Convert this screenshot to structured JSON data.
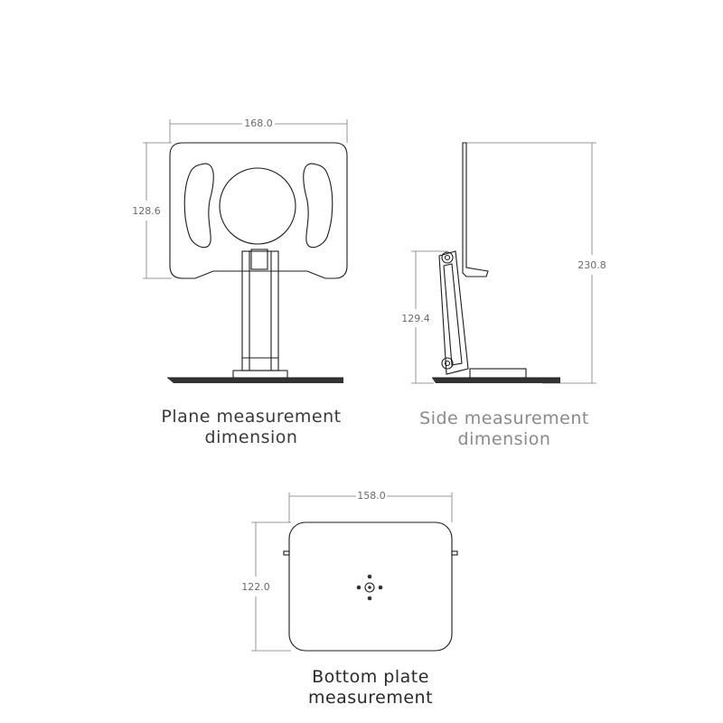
{
  "views": {
    "plane": {
      "caption_line1": "Plane measurement",
      "caption_line2": "dimension",
      "width_label": "168.0",
      "height_label": "128.6"
    },
    "side": {
      "caption_line1": "Side measurement",
      "caption_line2": "dimension",
      "total_height_label": "230.8",
      "base_height_label": "129.4"
    },
    "bottom": {
      "caption_line1": "Bottom plate",
      "caption_line2": "measurement",
      "width_label": "158.0",
      "height_label": "122.0"
    }
  },
  "colors": {
    "line": "#1c1c1c",
    "dimension": "#7a7a7a",
    "base_fill": "#333333"
  }
}
